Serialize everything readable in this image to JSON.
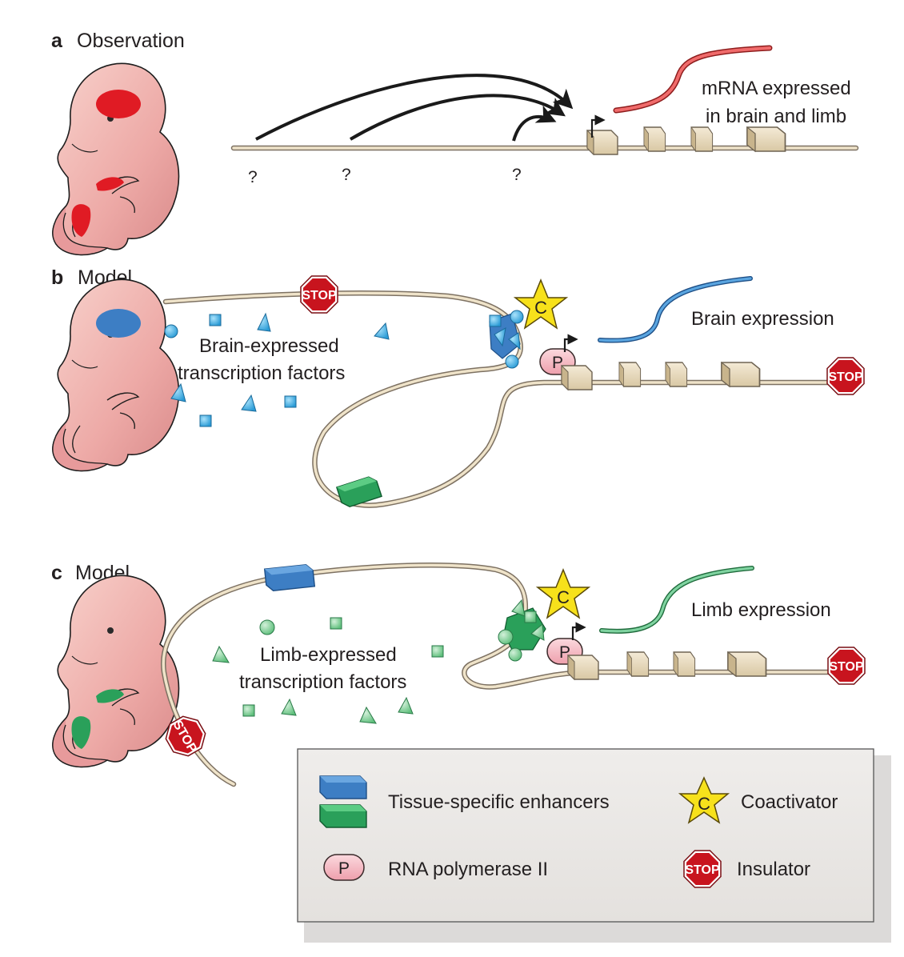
{
  "panels": [
    {
      "letter": "a",
      "title": "Observation"
    },
    {
      "letter": "b",
      "title": "Model"
    },
    {
      "letter": "c",
      "title": "Model"
    }
  ],
  "observation": {
    "mrna_line1": "mRNA expressed",
    "mrna_line2": "in brain and limb",
    "unknown_marks": [
      "?",
      "?",
      "?"
    ]
  },
  "model_brain": {
    "tf_line1": "Brain-expressed",
    "tf_line2": "transcription factors",
    "expression": "Brain expression"
  },
  "model_limb": {
    "tf_line1": "Limb-expressed",
    "tf_line2": "transcription factors",
    "expression": "Limb expression"
  },
  "symbols": {
    "stop": "STOP",
    "coactivator": "C",
    "polymerase": "P"
  },
  "legend": {
    "enhancers": "Tissue-specific enhancers",
    "coactivator": "Coactivator",
    "polymerase": "RNA polymerase II",
    "insulator": "Insulator"
  },
  "colors": {
    "brain_blue": "#3d7ec4",
    "limb_green": "#2aa05a",
    "mrna_red": "#e0302f",
    "tf_blue": "#49b6e8",
    "tf_green": "#94d4a6",
    "stop_red": "#c8141e",
    "coactivator_yellow": "#f7e11b",
    "polymerase_pink": "#f6b9c2",
    "embryo_pink": "#efb1ad",
    "exon_beige": "#e9dcc0"
  }
}
